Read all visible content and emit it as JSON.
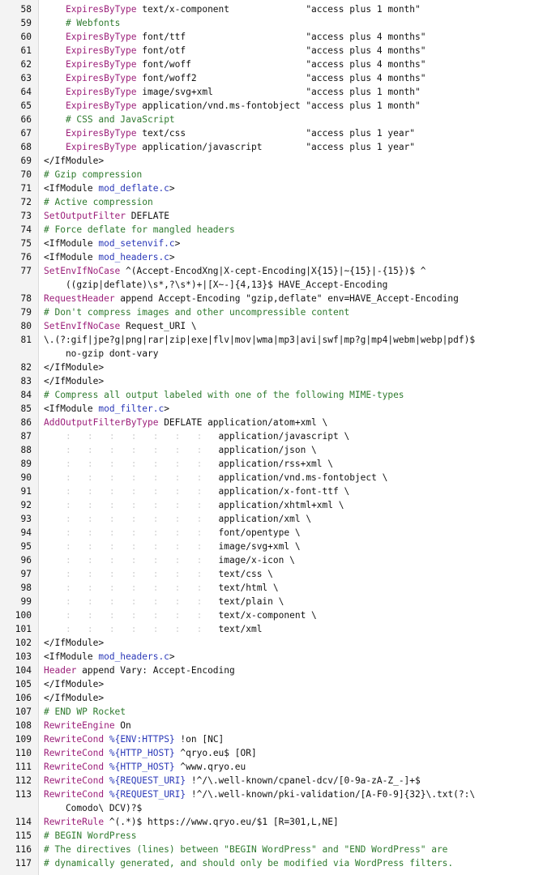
{
  "editor": {
    "title": "",
    "lines": [
      {
        "n": "58",
        "segs": [
          [
            "txt",
            "    "
          ],
          [
            "dir",
            "ExpiresByType"
          ],
          [
            "txt",
            " text/x-component              \"access plus 1 month\""
          ]
        ]
      },
      {
        "n": "59",
        "segs": [
          [
            "txt",
            "    "
          ],
          [
            "cmt",
            "# Webfonts"
          ]
        ]
      },
      {
        "n": "60",
        "segs": [
          [
            "txt",
            "    "
          ],
          [
            "dir",
            "ExpiresByType"
          ],
          [
            "txt",
            " font/ttf                      \"access plus 4 months\""
          ]
        ]
      },
      {
        "n": "61",
        "segs": [
          [
            "txt",
            "    "
          ],
          [
            "dir",
            "ExpiresByType"
          ],
          [
            "txt",
            " font/otf                      \"access plus 4 months\""
          ]
        ]
      },
      {
        "n": "62",
        "segs": [
          [
            "txt",
            "    "
          ],
          [
            "dir",
            "ExpiresByType"
          ],
          [
            "txt",
            " font/woff                     \"access plus 4 months\""
          ]
        ]
      },
      {
        "n": "63",
        "segs": [
          [
            "txt",
            "    "
          ],
          [
            "dir",
            "ExpiresByType"
          ],
          [
            "txt",
            " font/woff2                    \"access plus 4 months\""
          ]
        ]
      },
      {
        "n": "64",
        "segs": [
          [
            "txt",
            "    "
          ],
          [
            "dir",
            "ExpiresByType"
          ],
          [
            "txt",
            " image/svg+xml                 \"access plus 1 month\""
          ]
        ]
      },
      {
        "n": "65",
        "segs": [
          [
            "txt",
            "    "
          ],
          [
            "dir",
            "ExpiresByType"
          ],
          [
            "txt",
            " application/vnd.ms-fontobject \"access plus 1 month\""
          ]
        ]
      },
      {
        "n": "66",
        "segs": [
          [
            "txt",
            "    "
          ],
          [
            "cmt",
            "# CSS and JavaScript"
          ]
        ]
      },
      {
        "n": "67",
        "segs": [
          [
            "txt",
            "    "
          ],
          [
            "dir",
            "ExpiresByType"
          ],
          [
            "txt",
            " text/css                      \"access plus 1 year\""
          ]
        ]
      },
      {
        "n": "68",
        "segs": [
          [
            "txt",
            "    "
          ],
          [
            "dir",
            "ExpiresByType"
          ],
          [
            "txt",
            " application/javascript        \"access plus 1 year\""
          ]
        ]
      },
      {
        "n": "69",
        "segs": [
          [
            "txt",
            "</IfModule>"
          ]
        ]
      },
      {
        "n": "70",
        "segs": [
          [
            "cmt",
            "# Gzip compression"
          ]
        ]
      },
      {
        "n": "71",
        "segs": [
          [
            "txt",
            "<IfModule "
          ],
          [
            "mod",
            "mod_deflate.c"
          ],
          [
            "txt",
            ">"
          ]
        ]
      },
      {
        "n": "72",
        "segs": [
          [
            "cmt",
            "# Active compression"
          ]
        ]
      },
      {
        "n": "73",
        "segs": [
          [
            "dir",
            "SetOutputFilter"
          ],
          [
            "txt",
            " DEFLATE"
          ]
        ]
      },
      {
        "n": "74",
        "segs": [
          [
            "cmt",
            "# Force deflate for mangled headers"
          ]
        ]
      },
      {
        "n": "75",
        "segs": [
          [
            "txt",
            "<IfModule "
          ],
          [
            "mod",
            "mod_setenvif.c"
          ],
          [
            "txt",
            ">"
          ]
        ]
      },
      {
        "n": "76",
        "segs": [
          [
            "txt",
            "<IfModule "
          ],
          [
            "mod",
            "mod_headers.c"
          ],
          [
            "txt",
            ">"
          ]
        ]
      },
      {
        "n": "77",
        "segs": [
          [
            "dir",
            "SetEnvIfNoCase"
          ],
          [
            "txt",
            " ^(Accept-EncodXng|X-cept-Encoding|X{15}|~{15}|-{15})$ ^"
          ]
        ]
      },
      {
        "n": "",
        "segs": [
          [
            "txt",
            "    ((gzip|deflate)\\s*,?\\s*)+|[X~-]{4,13}$ HAVE_Accept-Encoding"
          ]
        ]
      },
      {
        "n": "78",
        "segs": [
          [
            "dir",
            "RequestHeader"
          ],
          [
            "txt",
            " append Accept-Encoding \"gzip,deflate\" env=HAVE_Accept-Encoding"
          ]
        ]
      },
      {
        "n": "79",
        "segs": [
          [
            "cmt",
            "# Don't compress images and other uncompressible content"
          ]
        ]
      },
      {
        "n": "80",
        "segs": [
          [
            "dir",
            "SetEnvIfNoCase"
          ],
          [
            "txt",
            " Request_URI \\"
          ]
        ]
      },
      {
        "n": "81",
        "segs": [
          [
            "txt",
            "\\.(?:gif|jpe?g|png|rar|zip|exe|flv|mov|wma|mp3|avi|swf|mp?g|mp4|webm|webp|pdf)$"
          ]
        ]
      },
      {
        "n": "",
        "segs": [
          [
            "txt",
            "    no-gzip dont-vary"
          ]
        ]
      },
      {
        "n": "82",
        "segs": [
          [
            "txt",
            "</IfModule>"
          ]
        ]
      },
      {
        "n": "83",
        "segs": [
          [
            "txt",
            "</IfModule>"
          ]
        ]
      },
      {
        "n": "84",
        "segs": [
          [
            "cmt",
            "# Compress all output labeled with one of the following MIME-types"
          ]
        ]
      },
      {
        "n": "85",
        "segs": [
          [
            "txt",
            "<IfModule "
          ],
          [
            "mod",
            "mod_filter.c"
          ],
          [
            "txt",
            ">"
          ]
        ]
      },
      {
        "n": "86",
        "segs": [
          [
            "dir",
            "AddOutputFilterByType"
          ],
          [
            "txt",
            " DEFLATE application/atom+xml \\"
          ]
        ]
      },
      {
        "n": "87",
        "segs": [
          [
            "guide",
            "    :   :   :   :   :   :   :   "
          ],
          [
            "txt",
            "application/javascript \\"
          ]
        ]
      },
      {
        "n": "88",
        "segs": [
          [
            "guide",
            "    :   :   :   :   :   :   :   "
          ],
          [
            "txt",
            "application/json \\"
          ]
        ]
      },
      {
        "n": "89",
        "segs": [
          [
            "guide",
            "    :   :   :   :   :   :   :   "
          ],
          [
            "txt",
            "application/rss+xml \\"
          ]
        ]
      },
      {
        "n": "90",
        "segs": [
          [
            "guide",
            "    :   :   :   :   :   :   :   "
          ],
          [
            "txt",
            "application/vnd.ms-fontobject \\"
          ]
        ]
      },
      {
        "n": "91",
        "segs": [
          [
            "guide",
            "    :   :   :   :   :   :   :   "
          ],
          [
            "txt",
            "application/x-font-ttf \\"
          ]
        ]
      },
      {
        "n": "92",
        "segs": [
          [
            "guide",
            "    :   :   :   :   :   :   :   "
          ],
          [
            "txt",
            "application/xhtml+xml \\"
          ]
        ]
      },
      {
        "n": "93",
        "segs": [
          [
            "guide",
            "    :   :   :   :   :   :   :   "
          ],
          [
            "txt",
            "application/xml \\"
          ]
        ]
      },
      {
        "n": "94",
        "segs": [
          [
            "guide",
            "    :   :   :   :   :   :   :   "
          ],
          [
            "txt",
            "font/opentype \\"
          ]
        ]
      },
      {
        "n": "95",
        "segs": [
          [
            "guide",
            "    :   :   :   :   :   :   :   "
          ],
          [
            "txt",
            "image/svg+xml \\"
          ]
        ]
      },
      {
        "n": "96",
        "segs": [
          [
            "guide",
            "    :   :   :   :   :   :   :   "
          ],
          [
            "txt",
            "image/x-icon \\"
          ]
        ]
      },
      {
        "n": "97",
        "segs": [
          [
            "guide",
            "    :   :   :   :   :   :   :   "
          ],
          [
            "txt",
            "text/css \\"
          ]
        ]
      },
      {
        "n": "98",
        "segs": [
          [
            "guide",
            "    :   :   :   :   :   :   :   "
          ],
          [
            "txt",
            "text/html \\"
          ]
        ]
      },
      {
        "n": "99",
        "segs": [
          [
            "guide",
            "    :   :   :   :   :   :   :   "
          ],
          [
            "txt",
            "text/plain \\"
          ]
        ]
      },
      {
        "n": "100",
        "segs": [
          [
            "guide",
            "    :   :   :   :   :   :   :   "
          ],
          [
            "txt",
            "text/x-component \\"
          ]
        ]
      },
      {
        "n": "101",
        "segs": [
          [
            "guide",
            "    :   :   :   :   :   :   :   "
          ],
          [
            "txt",
            "text/xml"
          ]
        ]
      },
      {
        "n": "102",
        "segs": [
          [
            "txt",
            "</IfModule>"
          ]
        ]
      },
      {
        "n": "103",
        "segs": [
          [
            "txt",
            "<IfModule "
          ],
          [
            "mod",
            "mod_headers.c"
          ],
          [
            "txt",
            ">"
          ]
        ]
      },
      {
        "n": "104",
        "segs": [
          [
            "dir",
            "Header"
          ],
          [
            "txt",
            " append Vary: Accept-Encoding"
          ]
        ]
      },
      {
        "n": "105",
        "segs": [
          [
            "txt",
            "</IfModule>"
          ]
        ]
      },
      {
        "n": "106",
        "segs": [
          [
            "txt",
            "</IfModule>"
          ]
        ]
      },
      {
        "n": "107",
        "segs": [
          [
            "cmt",
            "# END WP Rocket"
          ]
        ]
      },
      {
        "n": "108",
        "segs": [
          [
            "dir",
            "RewriteEngine"
          ],
          [
            "txt",
            " On"
          ]
        ]
      },
      {
        "n": "109",
        "segs": [
          [
            "dir",
            "RewriteCond"
          ],
          [
            "txt",
            " "
          ],
          [
            "var",
            "%{ENV:HTTPS}"
          ],
          [
            "txt",
            " !on [NC]"
          ]
        ]
      },
      {
        "n": "110",
        "segs": [
          [
            "dir",
            "RewriteCond"
          ],
          [
            "txt",
            " "
          ],
          [
            "var",
            "%{HTTP_HOST}"
          ],
          [
            "txt",
            " ^qryo.eu$ [OR]"
          ]
        ]
      },
      {
        "n": "111",
        "segs": [
          [
            "dir",
            "RewriteCond"
          ],
          [
            "txt",
            " "
          ],
          [
            "var",
            "%{HTTP_HOST}"
          ],
          [
            "txt",
            " ^www.qryo.eu"
          ]
        ]
      },
      {
        "n": "112",
        "segs": [
          [
            "dir",
            "RewriteCond"
          ],
          [
            "txt",
            " "
          ],
          [
            "var",
            "%{REQUEST_URI}"
          ],
          [
            "txt",
            " !^/\\.well-known/cpanel-dcv/[0-9a-zA-Z_-]+$"
          ]
        ]
      },
      {
        "n": "113",
        "segs": [
          [
            "dir",
            "RewriteCond"
          ],
          [
            "txt",
            " "
          ],
          [
            "var",
            "%{REQUEST_URI}"
          ],
          [
            "txt",
            " !^/\\.well-known/pki-validation/[A-F0-9]{32}\\.txt(?:\\"
          ]
        ]
      },
      {
        "n": "",
        "segs": [
          [
            "txt",
            "    Comodo\\ DCV)?$"
          ]
        ]
      },
      {
        "n": "114",
        "segs": [
          [
            "dir",
            "RewriteRule"
          ],
          [
            "txt",
            " ^(.*)$ https://www.qryo.eu/$1 [R=301,L,NE]"
          ]
        ]
      },
      {
        "n": "115",
        "segs": [
          [
            "cmt",
            "# BEGIN WordPress"
          ]
        ]
      },
      {
        "n": "116",
        "segs": [
          [
            "cmt",
            "# The directives (lines) between \"BEGIN WordPress\" and \"END WordPress\" are"
          ]
        ]
      },
      {
        "n": "117",
        "segs": [
          [
            "cmt",
            "# dynamically generated, and should only be modified via WordPress filters."
          ]
        ]
      }
    ]
  },
  "colors": {
    "directive": "#9c1f7a",
    "module": "#2b39b8",
    "comment": "#2e7a2e",
    "variable": "#2b39b8",
    "text": "#111111",
    "gutter_bg": "#f3f3f3"
  }
}
